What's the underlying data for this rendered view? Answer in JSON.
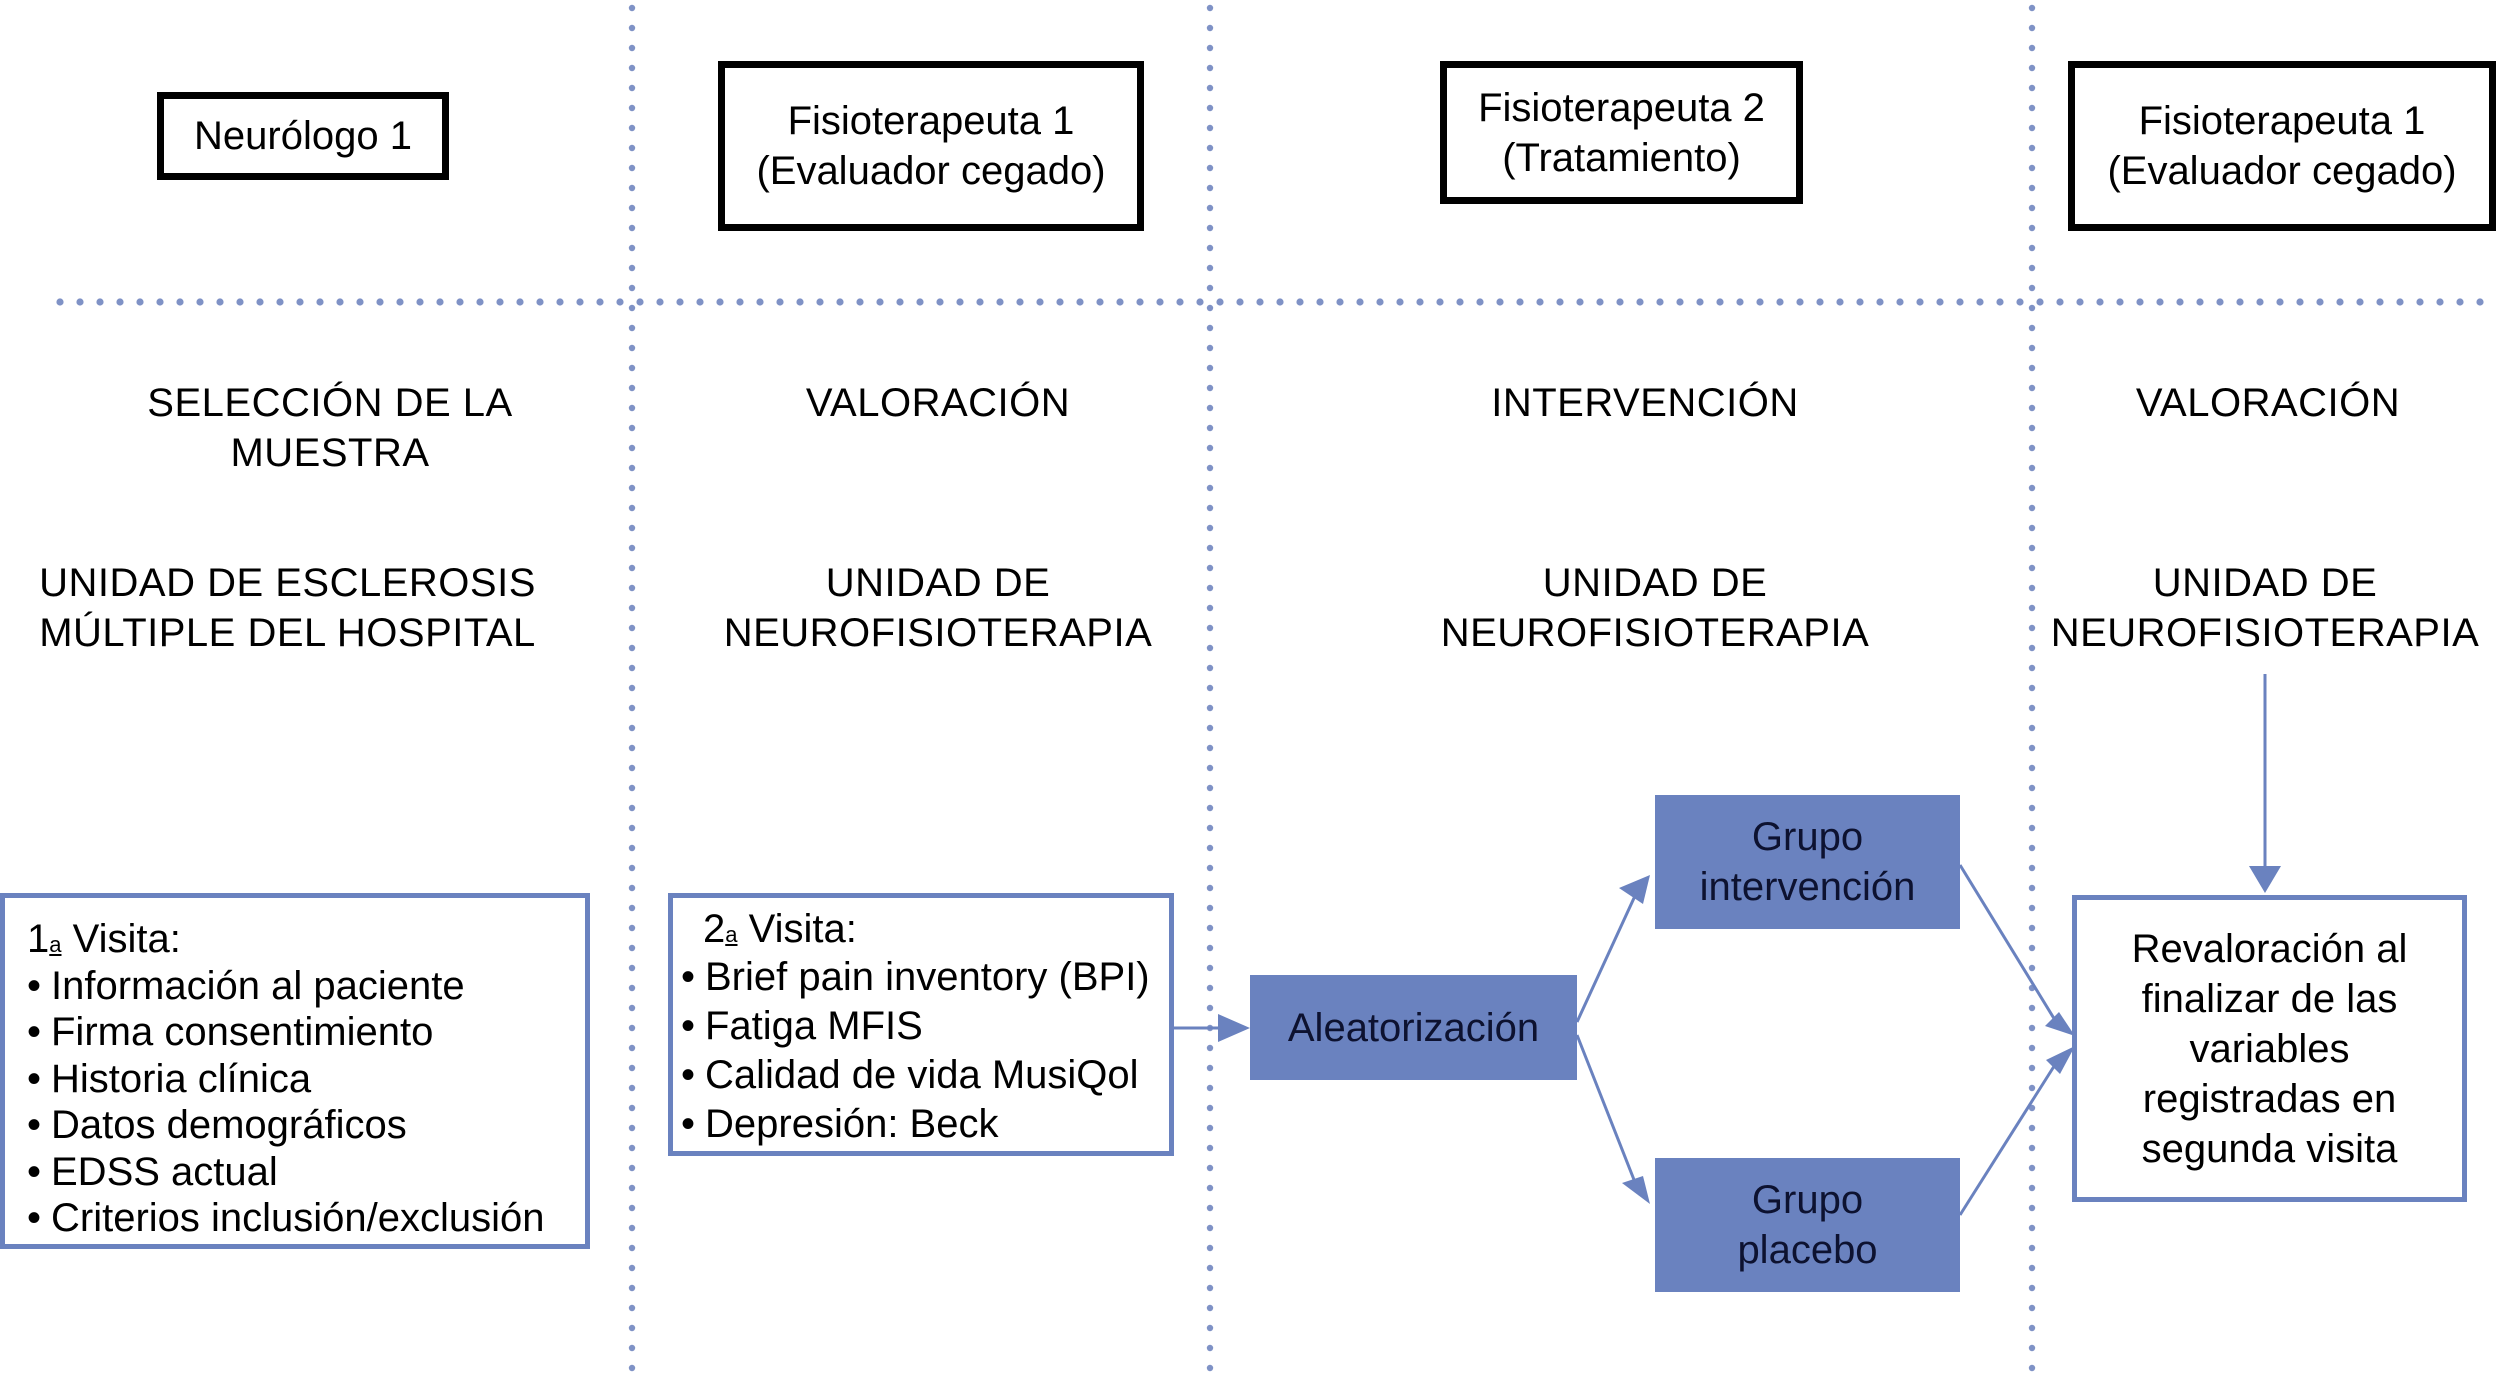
{
  "columns": [
    {
      "role_lines": [
        "Neurólogo 1"
      ],
      "phase_lines": [
        "SELECCIÓN DE LA",
        "MUESTRA"
      ],
      "unit_lines": [
        "UNIDAD DE ESCLEROSIS",
        "MÚLTIPLE DEL HOSPITAL"
      ]
    },
    {
      "role_lines": [
        "Fisioterapeuta 1",
        "(Evaluador cegado)"
      ],
      "phase_lines": [
        "VALORACIÓN"
      ],
      "unit_lines": [
        "UNIDAD DE",
        "NEUROFISIOTERAPIA"
      ]
    },
    {
      "role_lines": [
        "Fisioterapeuta 2",
        "(Tratamiento)"
      ],
      "phase_lines": [
        "INTERVENCIÓN"
      ],
      "unit_lines": [
        "UNIDAD DE",
        "NEUROFISIOTERAPIA"
      ]
    },
    {
      "role_lines": [
        "Fisioterapeuta 1",
        "(Evaluador cegado)"
      ],
      "phase_lines": [
        "VALORACIÓN"
      ],
      "unit_lines": [
        "UNIDAD DE",
        "NEUROFISIOTERAPIA"
      ]
    }
  ],
  "visit1": {
    "num": "1",
    "sup": "a",
    "title": " Visita:",
    "items": [
      "Información al paciente",
      "Firma consentimiento",
      "Historia clínica",
      "Datos demográficos",
      "EDSS actual",
      "Criterios inclusión/exclusión"
    ]
  },
  "visit2": {
    "num": "2",
    "sup": "a",
    "title": " Visita:",
    "items": [
      "Brief pain inventory (BPI)",
      "Fatiga MFIS",
      "Calidad de vida MusiQol",
      "Depresión: Beck"
    ]
  },
  "randomization_label": "Aleatorización",
  "group_intervention_lines": [
    "Grupo",
    "intervención"
  ],
  "group_placebo_lines": [
    "Grupo",
    "placebo"
  ],
  "reassessment_lines": [
    "Revaloración al",
    "finalizar de las",
    "variables",
    "registradas en",
    "segunda visita"
  ],
  "bullet_char": "•",
  "colors": {
    "accent_blue": "#6a82bf",
    "box_text": "#0d1230",
    "divider": "#7f92c6"
  }
}
